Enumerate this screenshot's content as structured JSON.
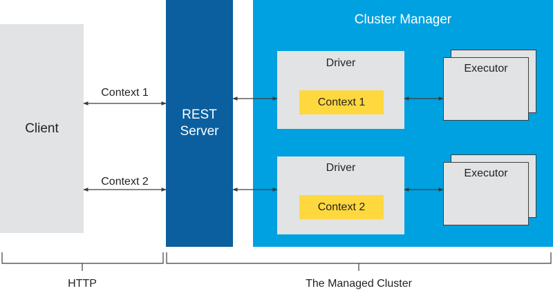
{
  "client": {
    "label": "Client"
  },
  "rest_server": {
    "line1": "REST",
    "line2": "Server"
  },
  "cluster_manager": {
    "label": "Cluster Manager"
  },
  "connections": {
    "context1_label": "Context 1",
    "context2_label": "Context 2"
  },
  "driver_top": {
    "label": "Driver",
    "context_label": "Context 1"
  },
  "driver_bottom": {
    "label": "Driver",
    "context_label": "Context 2"
  },
  "executor_top": {
    "label": "Executor"
  },
  "executor_bottom": {
    "label": "Executor"
  },
  "brackets": {
    "http_label": "HTTP",
    "managed_cluster_label": "The Managed Cluster"
  },
  "colors": {
    "client_fill": "#e2e3e4",
    "rest_server_fill": "#0b5f9e",
    "cluster_fill": "#00a1e0",
    "node_fill": "#e2e3e4",
    "context_fill": "#ffd83f"
  }
}
